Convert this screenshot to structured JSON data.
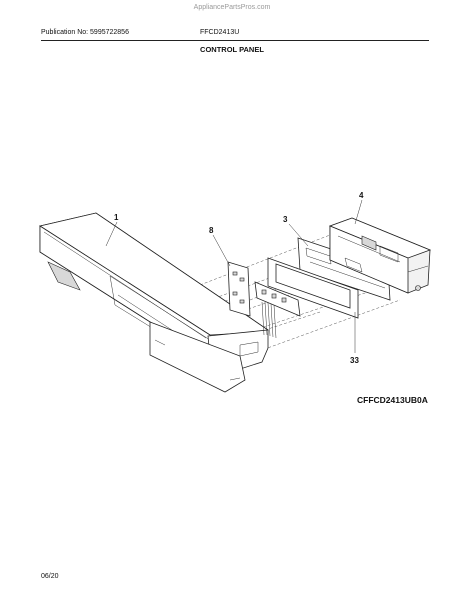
{
  "watermark": "AppliancePartsPros.com",
  "header": {
    "publication": "Publication No: 5995722856",
    "model": "FFCD2413U",
    "section_title": "CONTROL PANEL"
  },
  "diagram": {
    "code": "CFFCD2413UB0A",
    "callouts": {
      "panel": "1",
      "board": "3",
      "housing": "4",
      "bracket": "8",
      "gasket": "33"
    }
  },
  "footer": {
    "date": "06/20"
  }
}
